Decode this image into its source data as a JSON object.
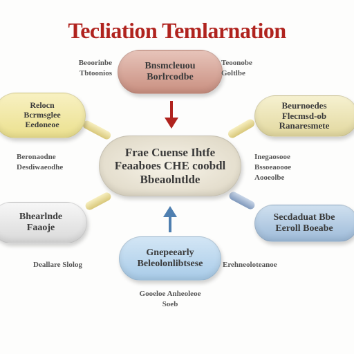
{
  "diagram": {
    "title": "Tecliation Temlarnation",
    "nodes": {
      "top": {
        "lines": [
          "Bnsmcleuou",
          "Borlrcodbe"
        ]
      },
      "left": {
        "lines": [
          "Relocn",
          "Bcrmsglee",
          "Eedoneoe"
        ]
      },
      "right": {
        "lines": [
          "Beurnoedes",
          "Flecmsd-ob",
          "Ranaresmete"
        ]
      },
      "center": {
        "lines": [
          "Frae Cuense Ihtfe",
          "Feaaboes CHE coobdl",
          "Bbeaolntlde"
        ]
      },
      "left2": {
        "lines": [
          "Bhearlnde",
          "Faaoje"
        ]
      },
      "right2": {
        "lines": [
          "Secdaduat Bbe",
          "Eeroll Boeabe"
        ]
      },
      "bottom": {
        "lines": [
          "Gnepeearly",
          "Beleolonlibtsese"
        ]
      }
    },
    "labels": {
      "top_left": [
        "Beoorinbe",
        "Tbtoonios"
      ],
      "top_right": [
        "Teoonobe",
        "Goltlbe"
      ],
      "mid_left": [
        "Beronaodne",
        "Desdiwaeodhe"
      ],
      "mid_right": [
        "Inegaosooe",
        "Bssoeaoooe",
        "Aooeolbe"
      ],
      "low_left": [
        "Deallare Slolog"
      ],
      "low_right": [
        "Erehneoloteanoe"
      ],
      "bottom": [
        "Gooeloe Anheoleoe",
        "Soeb"
      ]
    }
  },
  "colors": {
    "title": "#b0231e",
    "arrow_down": "#b0231e",
    "arrow_up": "#4f7fb0",
    "connector_yellow": "#ded07a",
    "connector_blue": "#8fa6c4"
  }
}
